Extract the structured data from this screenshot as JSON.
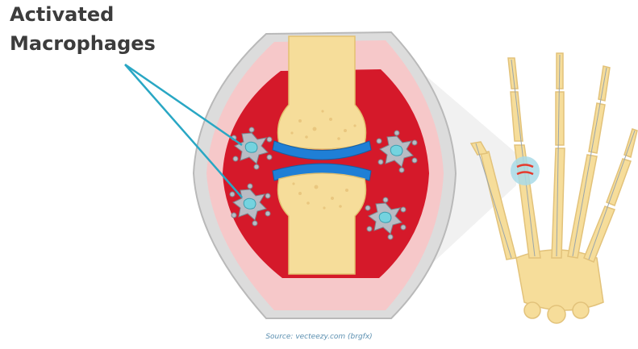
{
  "label": {
    "line1": "Activated",
    "line2": "Macrophages",
    "pointer_color": "#29a7c4"
  },
  "source": "Source: vecteezy.com (brgfx)",
  "colors": {
    "synovium_red": "#d5192a",
    "capsule_pink": "#f6c8c9",
    "bone": "#f6dd9a",
    "cartilage_blue": "#1f7fd6",
    "macrophage_grey": "#b8bcc4",
    "macrophage_nucleus": "#74d3df",
    "inflammation_mark": "#e53b2e"
  },
  "icons": {
    "macrophage": "macrophage-cell-icon",
    "joint": "synovial-joint",
    "hand": "hand-skeleton"
  },
  "macrophage_count": 4
}
